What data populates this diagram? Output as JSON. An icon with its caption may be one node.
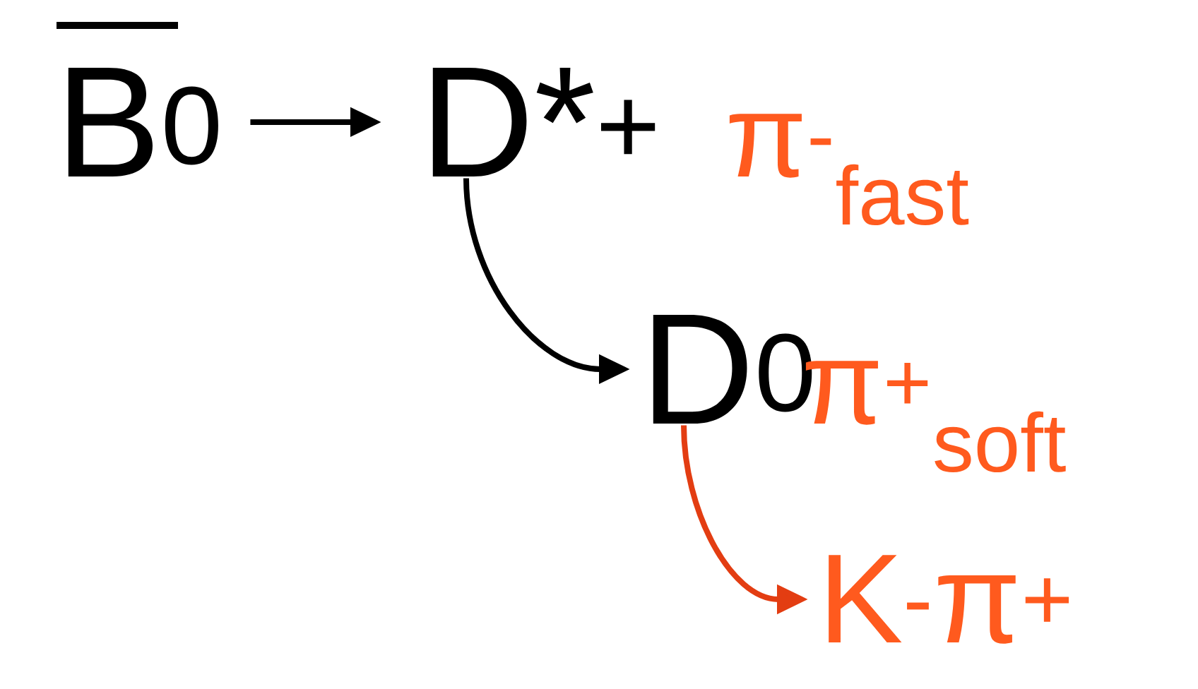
{
  "diagram": {
    "nodes": [
      {
        "text": [
          "B$^{0}$"
        ]
      },
      {
        "text": [
          "D*$^{+}$"
        ]
      },
      {
        "text": [
          "π$^{-}$$_{fast}$"
        ]
      },
      {
        "text": [
          "D$^{0}$"
        ]
      },
      {
        "text": [
          "π$^{+}$$_{soft}$"
        ]
      },
      {
        "text": [
          "K$^{-}$π$^{+}$"
        ]
      }
    ],
    "edges": [
      {
        "from": 0,
        "to": 1,
        "arrow": "to"
      },
      {
        "from": 1,
        "to": 3,
        "arrow": "to"
      },
      {
        "from": 3,
        "to": 5,
        "arrow": "to",
        "color": "#e33d12"
      }
    ]
  }
}
